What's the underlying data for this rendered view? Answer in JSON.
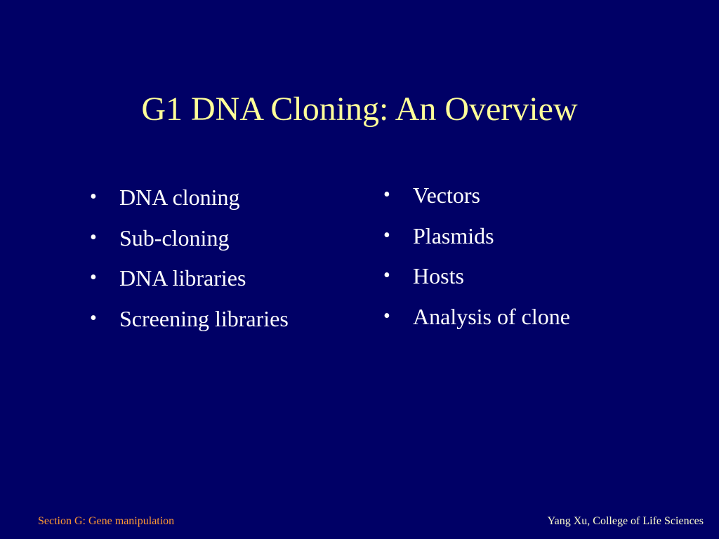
{
  "slide": {
    "title": "G1 DNA Cloning: An Overview",
    "bullet_glyph": "•",
    "left_items": [
      {
        "label": "DNA cloning"
      },
      {
        "label": "Sub-cloning"
      },
      {
        "label": "DNA libraries"
      },
      {
        "label": "Screening libraries"
      }
    ],
    "right_items": [
      {
        "label": "Vectors"
      },
      {
        "label": "Plasmids"
      },
      {
        "label": "Hosts"
      },
      {
        "label": "Analysis of clone"
      }
    ]
  },
  "footer": {
    "left": "Section G: Gene manipulation",
    "right": "Yang Xu, College of Life Sciences"
  },
  "colors": {
    "background": "#000066",
    "title": "#ffff99",
    "body_text": "#ffffff",
    "footer_left": "#ff9933",
    "footer_right": "#ffffcc"
  }
}
